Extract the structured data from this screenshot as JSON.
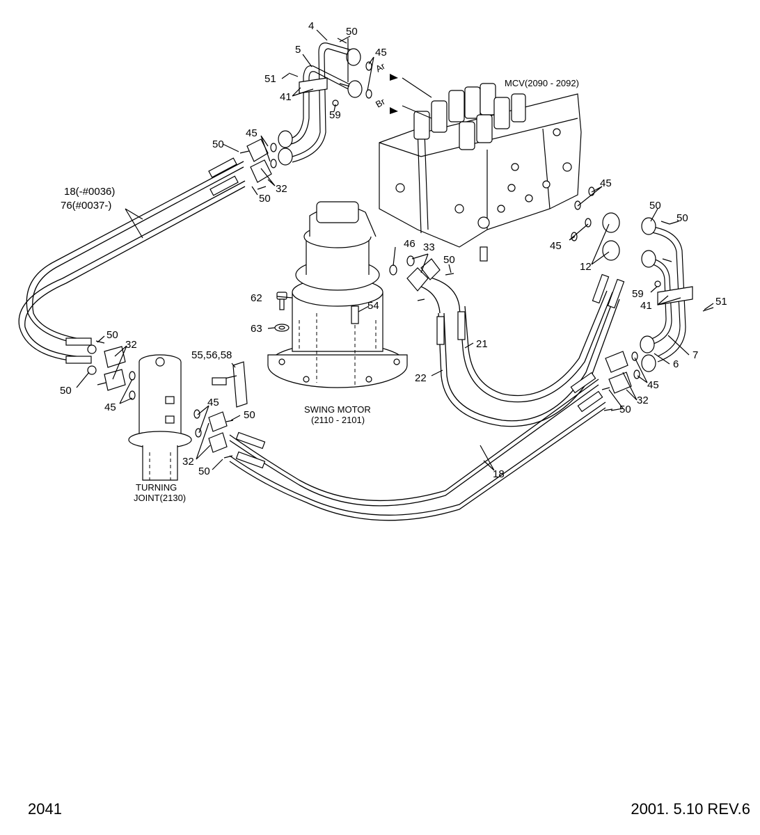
{
  "labels": {
    "l4": "4",
    "l5": "5",
    "l50a": "50",
    "l45a": "45",
    "l51a": "51",
    "l41a": "41",
    "l59a": "59",
    "l45b": "45",
    "l50b": "50",
    "l32a": "32",
    "l50c": "50",
    "l18a": "18(-#0036)",
    "l76": "76(#0037-)",
    "l46": "46",
    "l33": "33",
    "l50d": "50",
    "l62": "62",
    "l54": "54",
    "l63": "63",
    "l45c": "45",
    "l50e": "50",
    "l50f": "50",
    "l45d": "45",
    "l12": "12",
    "l59b": "59",
    "l41b": "41",
    "l51b": "51",
    "l7": "7",
    "l6": "6",
    "l45e": "45",
    "l32b": "32",
    "l50g": "50",
    "l21": "21",
    "l22": "22",
    "l50h": "50",
    "l32c": "32",
    "l50i": "50",
    "l45f": "45",
    "l5556": "55,56,58",
    "l45g": "45",
    "l50j": "50",
    "l32d": "32",
    "l50k": "50",
    "l18b": "18",
    "ar": "Ar",
    "br": "Br"
  },
  "components": {
    "mcv": "MCV(2090 - 2092)",
    "swing_motor_1": "SWING MOTOR",
    "swing_motor_2": "(2110 - 2101)",
    "turning_joint_1": "TURNING",
    "turning_joint_2": "JOINT(2130)"
  },
  "footer": {
    "page_number": "2041",
    "revision": "2001. 5.10 REV.6"
  }
}
